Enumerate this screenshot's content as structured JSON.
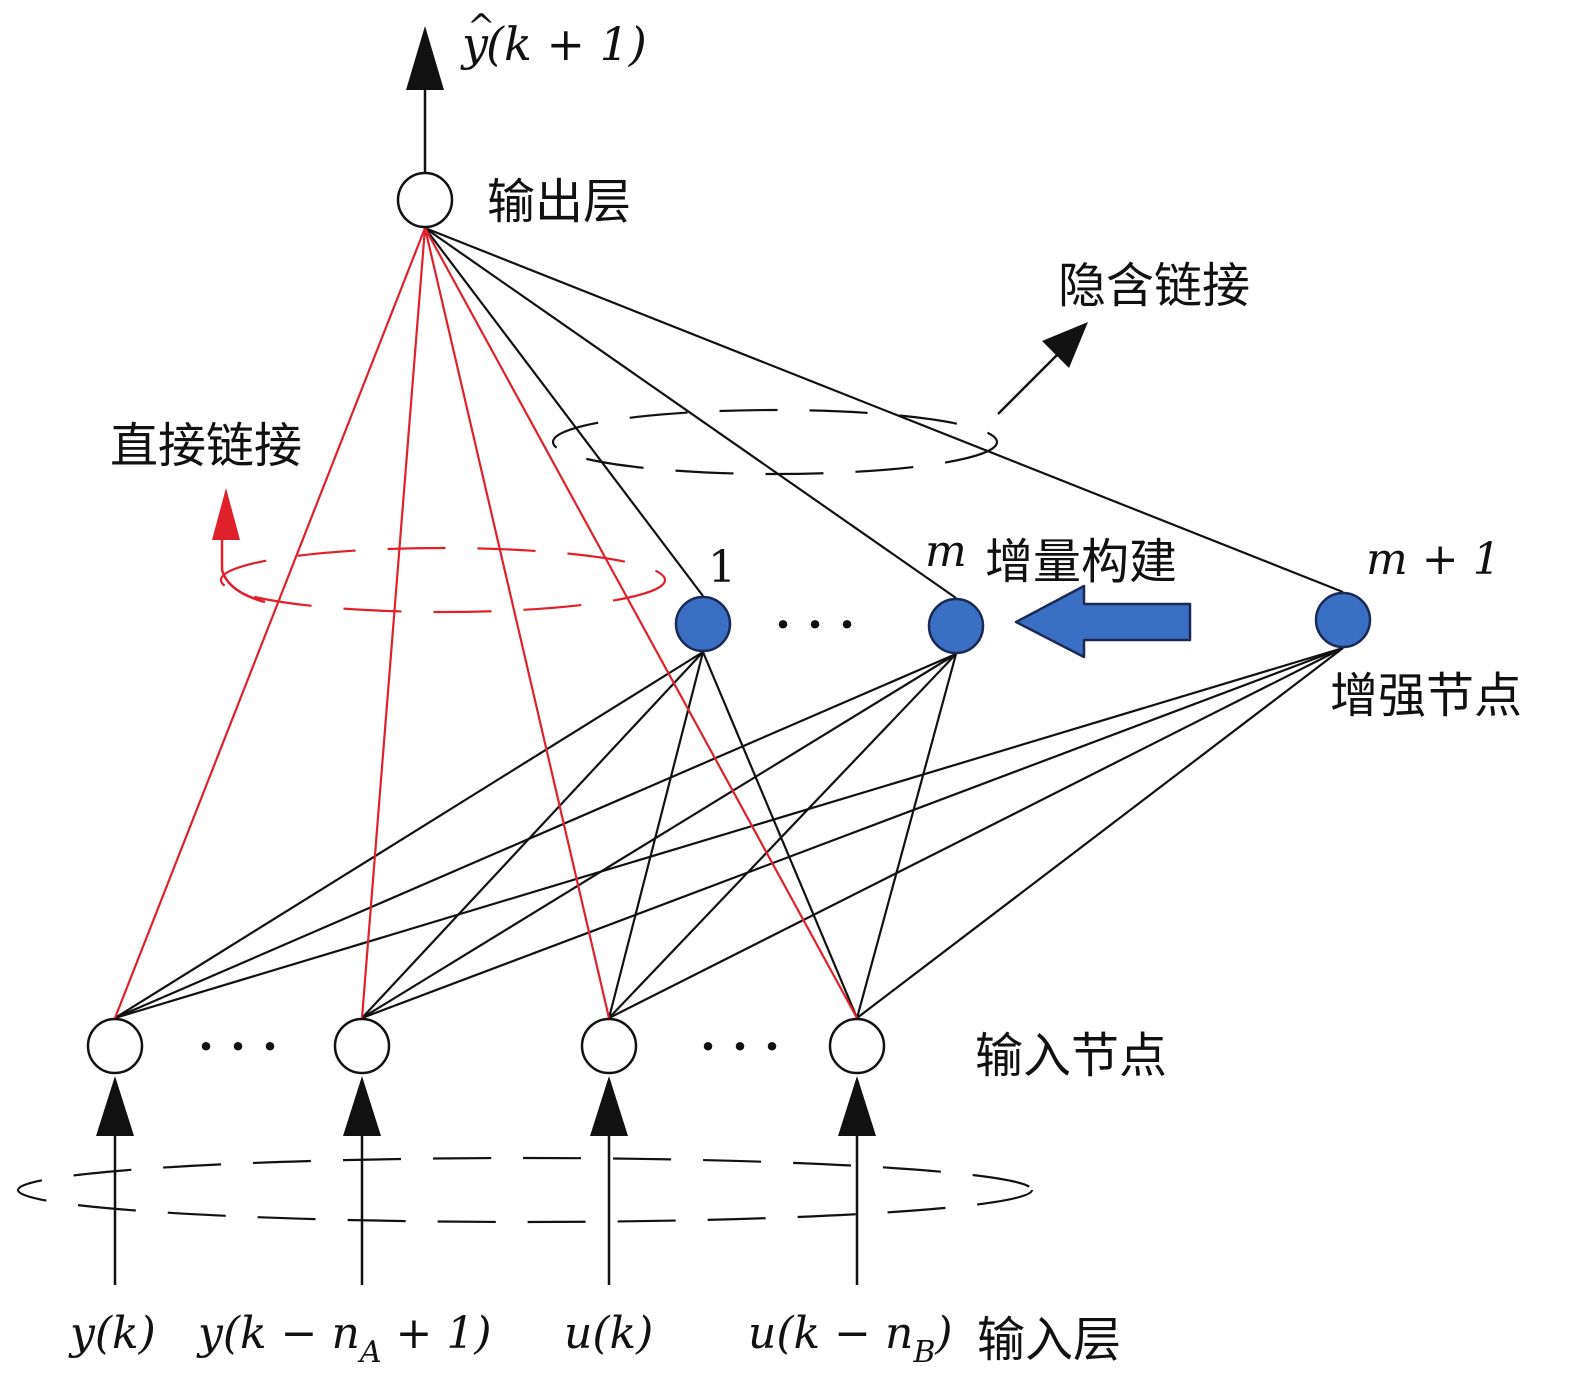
{
  "labels": {
    "output_layer": "输出层",
    "hidden_link": "隐含链接",
    "direct_link": "直接链接",
    "incremental_build": "增量构建",
    "enhancement_nodes": "增强节点",
    "input_nodes": "输入节点",
    "input_layer": "输入层"
  },
  "math": {
    "output": {
      "hat": "^",
      "var": "y",
      "rest": "(k + 1)"
    },
    "node_one": "1",
    "node_m": "m",
    "node_m_plus_one": "m + 1",
    "inputs": [
      {
        "base": "y(k)",
        "sub": "",
        "tail": ""
      },
      {
        "base": "y(k − n",
        "sub": "A",
        "tail": " + 1)"
      },
      {
        "base": "u(k)",
        "sub": "",
        "tail": ""
      },
      {
        "base": "u(k − n",
        "sub": "B",
        "tail": ")"
      }
    ]
  },
  "ellipsis": "· · ·",
  "colors": {
    "direct_link": "#e0202a",
    "hidden_link": "#111111",
    "enhancement_node_fill": "#3a6fc4",
    "enhancement_node_stroke": "#1a2a55",
    "arrow_fill": "#111111",
    "build_arrow_fill": "#3a6fc4"
  },
  "icons": {
    "output_arrow": "arrow-up-icon",
    "input_arrows": "arrow-up-icon",
    "hidden_link_arrow": "arrow-up-right-icon",
    "direct_link_arrow": "arrow-up-icon",
    "build_arrow": "arrow-left-icon"
  }
}
